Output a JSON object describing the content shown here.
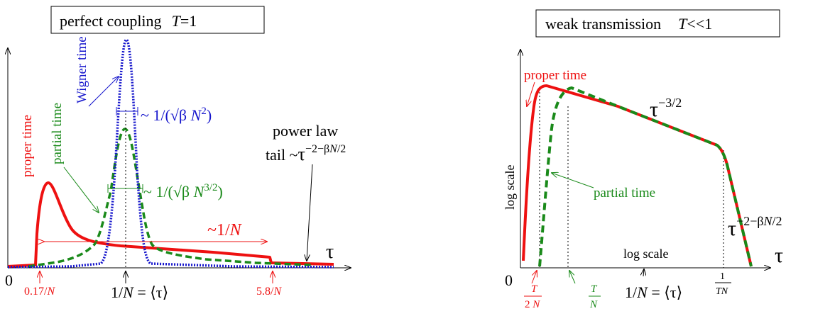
{
  "left": {
    "title_text": "perfect coupling",
    "title_param": "T",
    "title_value": "=1",
    "x_symbol": "τ",
    "origin": "0",
    "proper_time": "proper time",
    "partial_time": "partial time",
    "wigner_time": "Wigner time",
    "wigner_width": "~ 1/(√β N²)",
    "partial_width": "~ 1/(√β N^{3/2})",
    "red_width": "~1/N",
    "power_law_1": "power law",
    "power_law_2": "tail ~τ^{-2-βN/2}",
    "tick_low": "0.17/N",
    "tick_mid": "1/N = ⟨τ⟩",
    "tick_high": "5.8/N"
  },
  "right": {
    "title_text": "weak transmission",
    "title_param": "T",
    "title_value": "<<1",
    "x_symbol": "τ",
    "origin": "0",
    "y_label": "log scale",
    "x_label": "log scale",
    "proper_time": "proper time",
    "partial_time": "partial time",
    "slope_1": "τ^{-3/2}",
    "slope_2": "τ^{-2-βN/2}",
    "tick_a": "T/2N",
    "tick_b": "T/N",
    "tick_c": "1/N = ⟨τ⟩",
    "tick_d": "1/TN"
  },
  "colors": {
    "red": "#ee1111",
    "green": "#1a8a1a",
    "blue": "#1515cc",
    "black": "#000000"
  }
}
